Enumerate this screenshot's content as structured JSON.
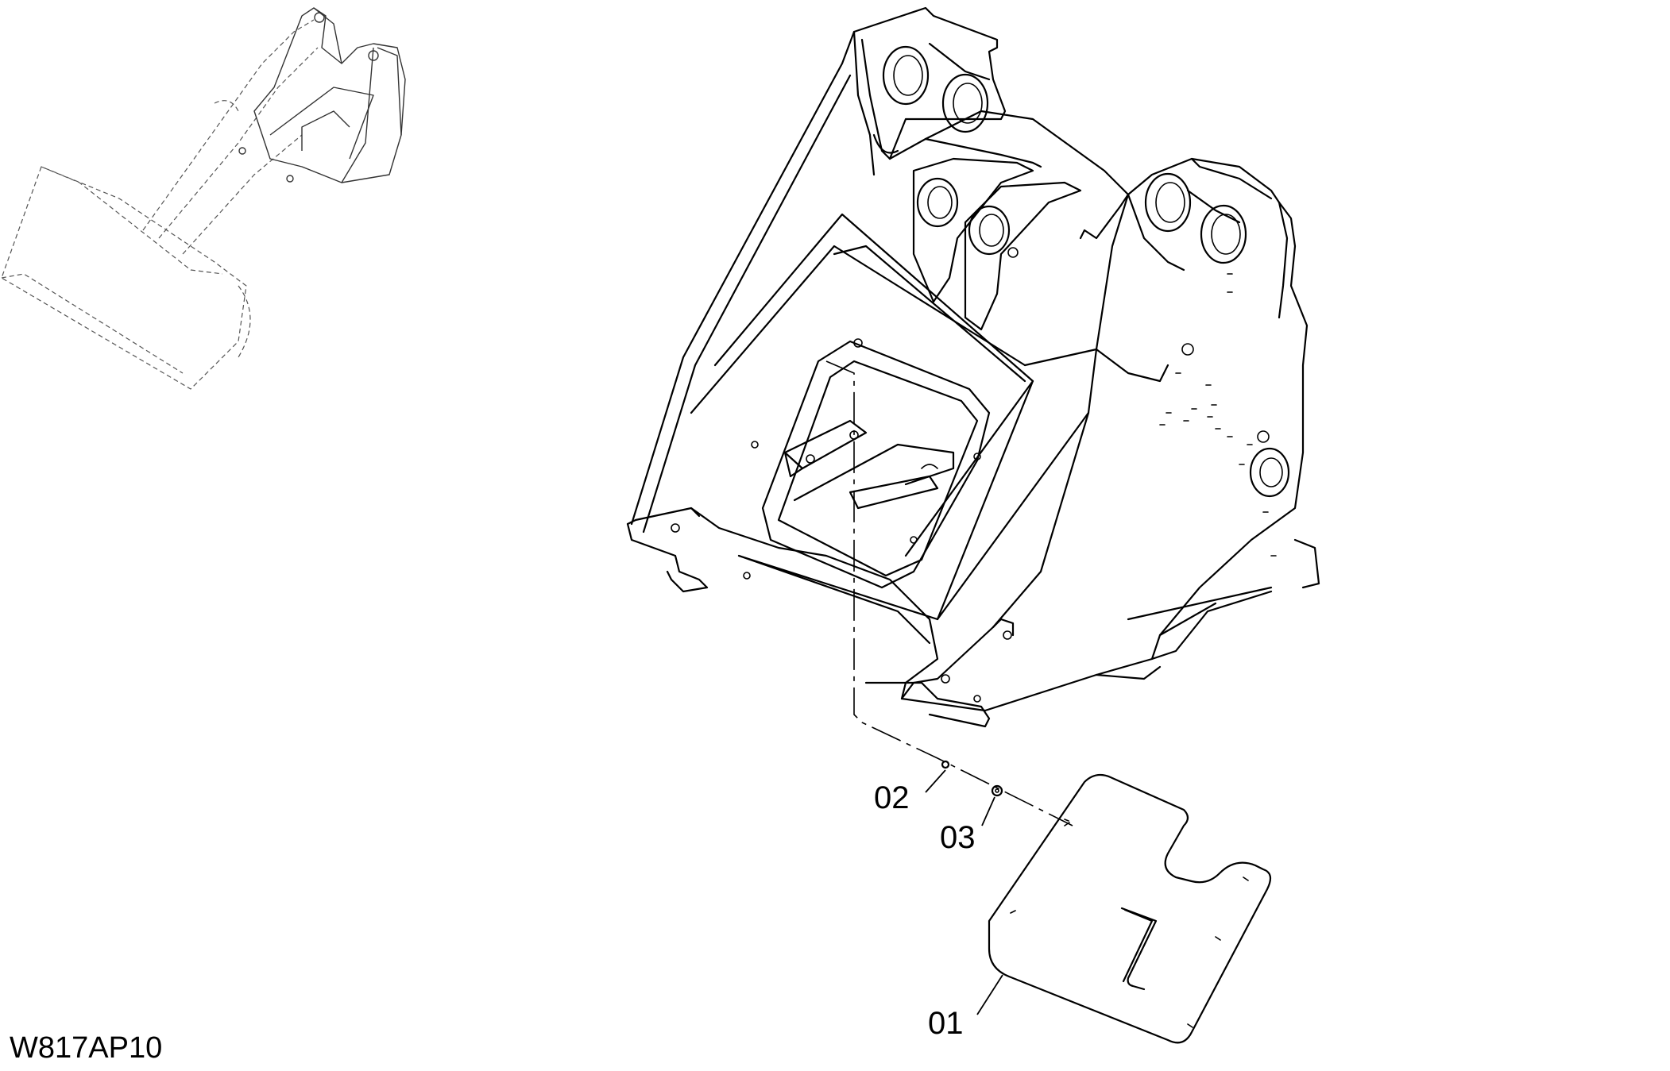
{
  "figure_id": "W817AP10",
  "callouts": [
    {
      "label": "01",
      "part": "cover-plate"
    },
    {
      "label": "02",
      "part": "bolt"
    },
    {
      "label": "03",
      "part": "washer"
    }
  ],
  "icons": {
    "overview": "wheel-loader-overview-icon",
    "frame": "front-frame-icon"
  }
}
